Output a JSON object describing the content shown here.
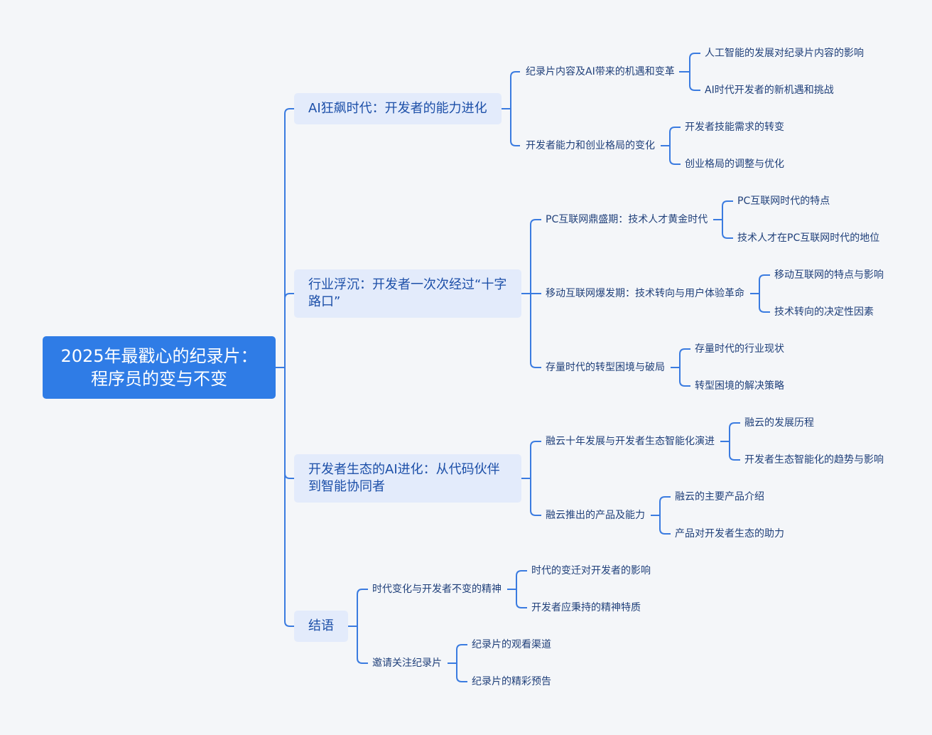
{
  "colors": {
    "background": "#f4f6f9",
    "root": "#2f7ce6",
    "branch_fill": "#e3ebfb",
    "line": "#3a7be0",
    "text": "#20407a"
  },
  "root": {
    "line1": "2025年最戳心的纪录片：",
    "line2": "程序员的变与不变"
  },
  "branches": [
    {
      "label": "AI狂飙时代：开发者的能力进化",
      "children": [
        {
          "label": "纪录片内容及AI带来的机遇和变革",
          "children": [
            "人工智能的发展对纪录片内容的影响",
            "AI时代开发者的新机遇和挑战"
          ]
        },
        {
          "label": "开发者能力和创业格局的变化",
          "children": [
            "开发者技能需求的转变",
            "创业格局的调整与优化"
          ]
        }
      ]
    },
    {
      "label": "行业浮沉：开发者一次次经过“十字路口”",
      "children": [
        {
          "label": "PC互联网鼎盛期：技术人才黄金时代",
          "children": [
            "PC互联网时代的特点",
            "技术人才在PC互联网时代的地位"
          ]
        },
        {
          "label": "移动互联网爆发期：技术转向与用户体验革命",
          "children": [
            "移动互联网的特点与影响",
            "技术转向的决定性因素"
          ]
        },
        {
          "label": "存量时代的转型困境与破局",
          "children": [
            "存量时代的行业现状",
            "转型困境的解决策略"
          ]
        }
      ]
    },
    {
      "label": "开发者生态的AI进化：从代码伙伴到智能协同者",
      "children": [
        {
          "label": "融云十年发展与开发者生态智能化演进",
          "children": [
            "融云的发展历程",
            "开发者生态智能化的趋势与影响"
          ]
        },
        {
          "label": "融云推出的产品及能力",
          "children": [
            "融云的主要产品介绍",
            "产品对开发者生态的助力"
          ]
        }
      ]
    },
    {
      "label": "结语",
      "children": [
        {
          "label": "时代变化与开发者不变的精神",
          "children": [
            "时代的变迁对开发者的影响",
            "开发者应秉持的精神特质"
          ]
        },
        {
          "label": "邀请关注纪录片",
          "children": [
            "纪录片的观看渠道",
            "纪录片的精彩预告"
          ]
        }
      ]
    }
  ]
}
